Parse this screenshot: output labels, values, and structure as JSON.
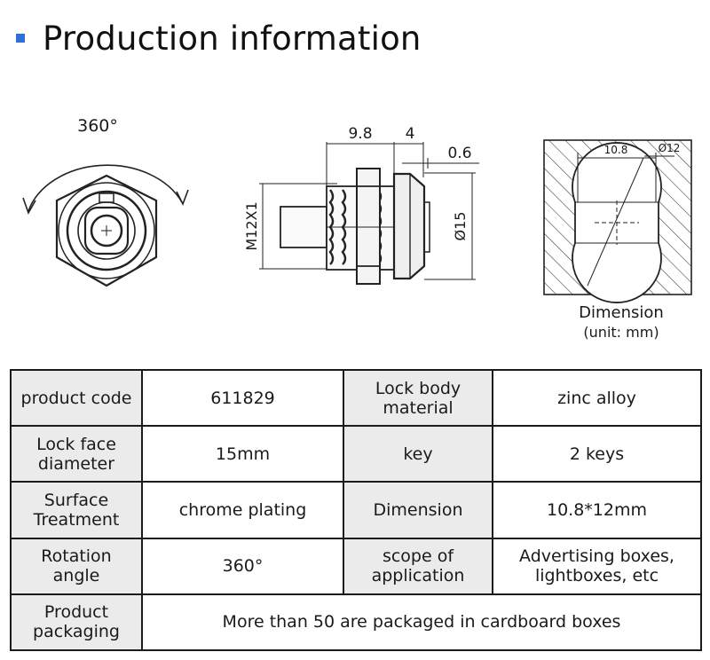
{
  "header": {
    "title": "Production information"
  },
  "drawing": {
    "rotation_label": "360°",
    "side_dims": {
      "d1": "9.8",
      "d2": "4",
      "d3": "0.6",
      "thread": "M12X1",
      "diameter": "Ø15"
    },
    "cutout_dims": {
      "width": "10.8",
      "diameter": "Ø12"
    },
    "caption_title": "Dimension",
    "caption_unit": "(unit:  mm)"
  },
  "specs": {
    "rows": [
      {
        "l1": "product code",
        "v1": "611829",
        "l2": "Lock body material",
        "v2": "zinc alloy"
      },
      {
        "l1": "Lock face diameter",
        "v1": "15mm",
        "l2": "key",
        "v2": "2 keys"
      },
      {
        "l1": "Surface Treatment",
        "v1": "chrome plating",
        "l2": "Dimension",
        "v2": "10.8*12mm"
      },
      {
        "l1": "Rotation angle",
        "v1": "360°",
        "l2": "scope of application",
        "v2": "Advertising boxes, lightboxes, etc"
      }
    ],
    "packaging": {
      "label": "Product packaging",
      "value": "More than 50 are packaged in cardboard boxes"
    }
  }
}
